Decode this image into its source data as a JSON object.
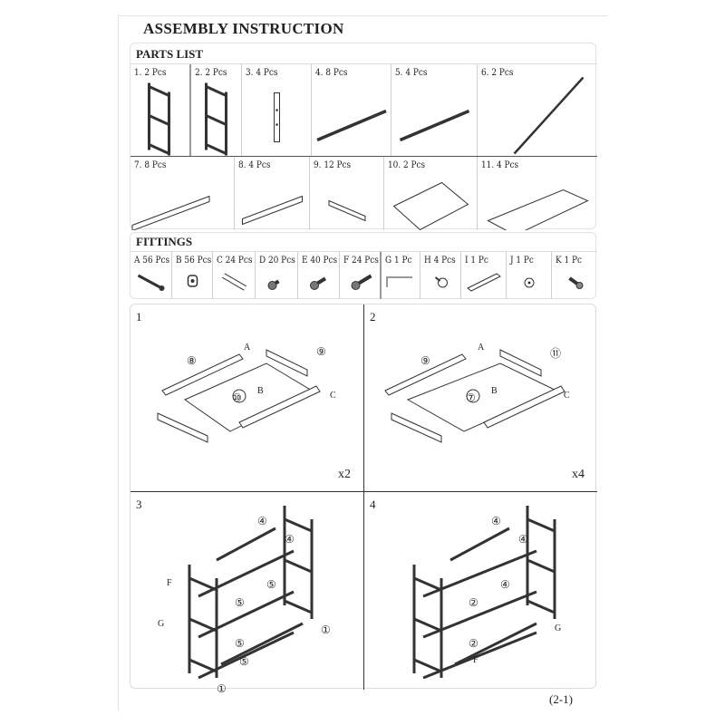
{
  "title": "ASSEMBLY  INSTRUCTION",
  "parts_list": {
    "heading": "PARTS LIST",
    "row1": [
      {
        "label": "1.   2 Pcs",
        "icon": "ladder-frame"
      },
      {
        "label": "2.   2 Pcs",
        "icon": "ladder-frame"
      },
      {
        "label": "3.   4 Pcs",
        "icon": "connector-post"
      },
      {
        "label": "4.   8 Pcs",
        "icon": "rod"
      },
      {
        "label": "5.   4 Pcs",
        "icon": "rod"
      },
      {
        "label": "6.   2 Pcs",
        "icon": "long-rod"
      }
    ],
    "row2": [
      {
        "label": "7.   8 Pcs",
        "icon": "long-rail"
      },
      {
        "label": "8.   4 Pcs",
        "icon": "rail"
      },
      {
        "label": "9.   12 Pcs",
        "icon": "short-rail"
      },
      {
        "label": "10.   2 Pcs",
        "icon": "panel"
      },
      {
        "label": "11.   4 Pcs",
        "icon": "long-panel"
      }
    ]
  },
  "fittings": {
    "heading": "FITTINGS",
    "items": [
      {
        "label": "A  56 Pcs",
        "icon": "cam-bolt"
      },
      {
        "label": "B  56 Pcs",
        "icon": "cam-lock"
      },
      {
        "label": "C  24 Pcs",
        "icon": "dowel"
      },
      {
        "label": "D  20 Pcs",
        "icon": "short-screw"
      },
      {
        "label": "E  40 Pcs",
        "icon": "screw"
      },
      {
        "label": "F  24 Pcs",
        "icon": "long-screw"
      },
      {
        "label": "G  1 Pc",
        "icon": "allen-key"
      },
      {
        "label": "H  4 Pcs",
        "icon": "knob"
      },
      {
        "label": "I  1 Pc",
        "icon": "bracket"
      },
      {
        "label": "J  1 Pc",
        "icon": "washer"
      },
      {
        "label": "K  1 Pc",
        "icon": "wood-screw"
      }
    ]
  },
  "steps": [
    {
      "number": "1",
      "multiplier": "x2",
      "callouts": [
        "⑧",
        "⑨",
        "⑩",
        "A",
        "B",
        "C"
      ]
    },
    {
      "number": "2",
      "multiplier": "x4",
      "callouts": [
        "⑨",
        "⑪",
        "⑦",
        "A",
        "B",
        "C"
      ]
    },
    {
      "number": "3",
      "multiplier": "",
      "callouts": [
        "④",
        "④",
        "⑤",
        "⑤",
        "⑤",
        "⑤",
        "①",
        "①",
        "F",
        "G"
      ]
    },
    {
      "number": "4",
      "multiplier": "",
      "callouts": [
        "④",
        "④",
        "④",
        "②",
        "②",
        "F",
        "G"
      ]
    }
  ],
  "page_number": "(2-1)"
}
